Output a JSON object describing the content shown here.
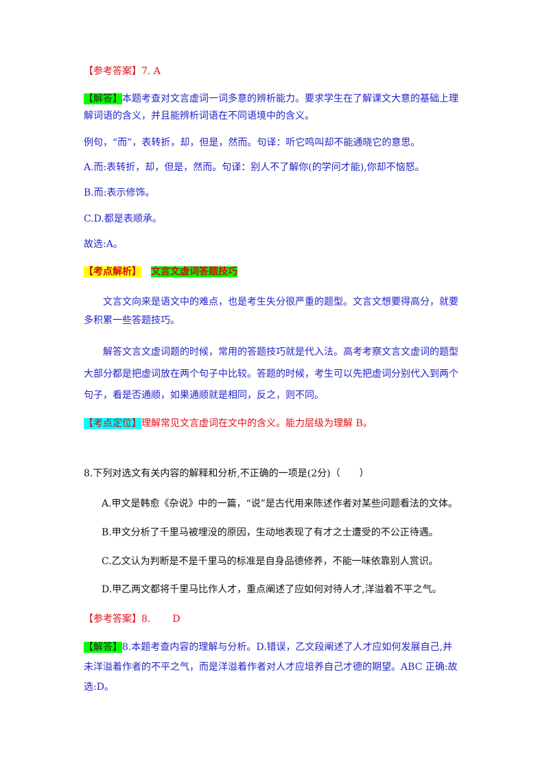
{
  "q7": {
    "answer_tag": "【参考答案】",
    "answer_value": "7. A",
    "explain_tag": "【解答】",
    "explain_line1": "本题考查对文言虚词一词多意的辨析能力。要求学生在了解课文大意的基础上理",
    "explain_line2": "解词语的含义，并且能辨析词语在不同语境中的含义。",
    "example": "例句，“而”，表转折，却，但是，然而。句译：听它鸣叫却不能通晓它的意思。",
    "opt_a": "A.而:表转折，却，但是，然而。句译：别人不了解你(的学问才能),你却不恼怒。",
    "opt_b": "B.而:表示修饰。",
    "opt_cd": "C.D.都是表顺承。",
    "choose": "故选:A。",
    "analysis_tag": "【考点解析】",
    "analysis_title": "文言文虚词答题技巧",
    "para1_line1": "文言文向来是语文中的难点，也是考生失分很严重的题型。文言文想要得高分，就要",
    "para1_line2": "多积累一些答题技巧。",
    "para2_line1": "解答文言文虚词题的时候，常用的答题技巧就是代入法。高考考察文言文虚词的题型",
    "para2_line2": "大部分都是把虚词放在两个句子中比较。答题的时候，考生可以先把虚词分别代入到两个",
    "para2_line3": "句子，看是否通顺，如果通顺就是相同，反之，则不同。",
    "position_tag": "【考点定位】",
    "position_text": "理解常见文言虚词在文中的含义。能力层级为理解 B。"
  },
  "q8": {
    "question": "8.下列对选文有关内容的解释和分析,不正确的一项是(2分)（　　）",
    "opt_a": "A.甲文是韩愈《杂说》中的一篇，“说”是古代用来陈述作者对某些问题看法的文体。",
    "opt_b": "B.甲文分析了千里马被埋没的原因，生动地表现了有才之士遭受的不公正待遇。",
    "opt_c": "C.乙文认为判断是不是千里马的标准是自身品德修养，不能一味依靠别人赏识。",
    "opt_d": "D.甲乙两文都将千里马比作人才，重点阐述了应如何对待人才,洋溢着不平之气。",
    "answer_tag": "【参考答案】",
    "answer_num": "8.",
    "answer_value": "D",
    "explain_tag": "【解答】",
    "explain_line1": "8.本题考查内容的理解与分析。D.错误，乙文段阐述了人才应如何发展自己,并",
    "explain_line2": "未洋溢着作者的不平之气，而是洋溢着作者对人才应培养自己才德的期望。ABC 正确:故",
    "explain_line3": "选:D。"
  }
}
